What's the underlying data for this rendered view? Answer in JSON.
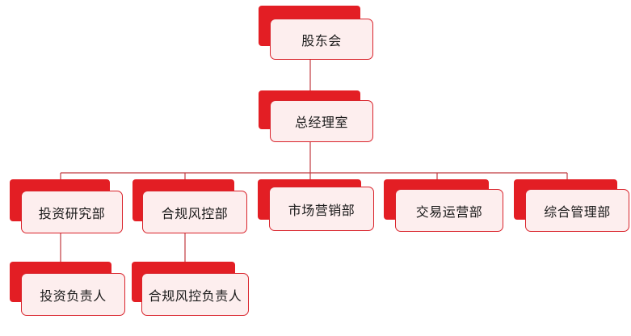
{
  "colors": {
    "accent": "#e31e24",
    "fill": "#fdeeee",
    "line": "#c0393f"
  },
  "nodes": {
    "shareholders": "股东会",
    "gm_office": "总经理室",
    "investment_research": "投资研究部",
    "compliance_risk": "合规风控部",
    "marketing": "市场营销部",
    "trading_ops": "交易运营部",
    "general_admin": "综合管理部",
    "investment_lead": "投资负责人",
    "compliance_lead": "合规风控负责人"
  }
}
